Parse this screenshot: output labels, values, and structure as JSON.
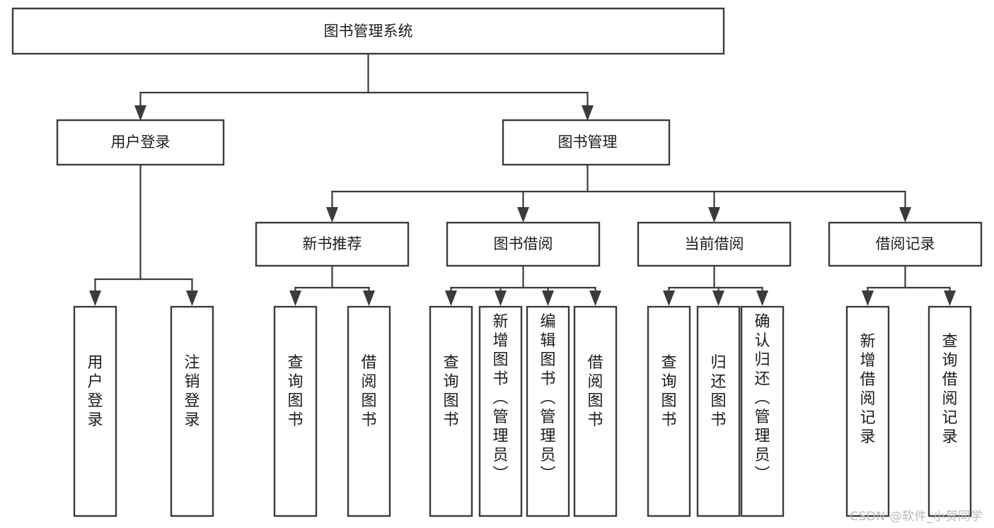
{
  "diagram": {
    "type": "tree-hierarchy-chart",
    "title_node": {
      "id": "root",
      "label": "图书管理系统"
    },
    "level2": [
      {
        "id": "user-login",
        "label": "用户登录"
      },
      {
        "id": "book-management",
        "label": "图书管理"
      }
    ],
    "level3": [
      {
        "id": "new-book-recommend",
        "label": "新书推荐",
        "parent": "book-management"
      },
      {
        "id": "book-borrow",
        "label": "图书借阅",
        "parent": "book-management"
      },
      {
        "id": "current-borrow",
        "label": "当前借阅",
        "parent": "book-management"
      },
      {
        "id": "borrow-record",
        "label": "借阅记录",
        "parent": "book-management"
      }
    ],
    "leaves": [
      {
        "id": "leaf-user-login",
        "label": "用户登录",
        "parent": "user-login"
      },
      {
        "id": "leaf-logout-login",
        "label": "注销登录",
        "parent": "user-login"
      },
      {
        "id": "leaf-query-book-1",
        "label": "查询图书",
        "parent": "new-book-recommend"
      },
      {
        "id": "leaf-borrow-book-1",
        "label": "借阅图书",
        "parent": "new-book-recommend"
      },
      {
        "id": "leaf-query-book-2",
        "label": "查询图书",
        "parent": "book-borrow"
      },
      {
        "id": "leaf-add-book",
        "label": "新增图书（管理员）",
        "parent": "book-borrow"
      },
      {
        "id": "leaf-edit-book",
        "label": "编辑图书（管理员）",
        "parent": "book-borrow"
      },
      {
        "id": "leaf-borrow-book-2",
        "label": "借阅图书",
        "parent": "book-borrow"
      },
      {
        "id": "leaf-query-book-3",
        "label": "查询图书",
        "parent": "current-borrow"
      },
      {
        "id": "leaf-return-book",
        "label": "归还图书",
        "parent": "current-borrow"
      },
      {
        "id": "leaf-confirm-return",
        "label": "确认归还（管理员）",
        "parent": "current-borrow"
      },
      {
        "id": "leaf-add-record",
        "label": "新增借阅记录",
        "parent": "borrow-record"
      },
      {
        "id": "leaf-query-record",
        "label": "查询借阅记录",
        "parent": "borrow-record"
      }
    ],
    "colors": {
      "box_border": "#3b3b3b",
      "box_fill": "#ffffff",
      "connector": "#3b3b3b",
      "text": "#1c1c1c",
      "background": "#ffffff",
      "watermark": "#b9b9b9"
    }
  },
  "watermark": {
    "text": "CSDN @软件_小贺同学"
  }
}
